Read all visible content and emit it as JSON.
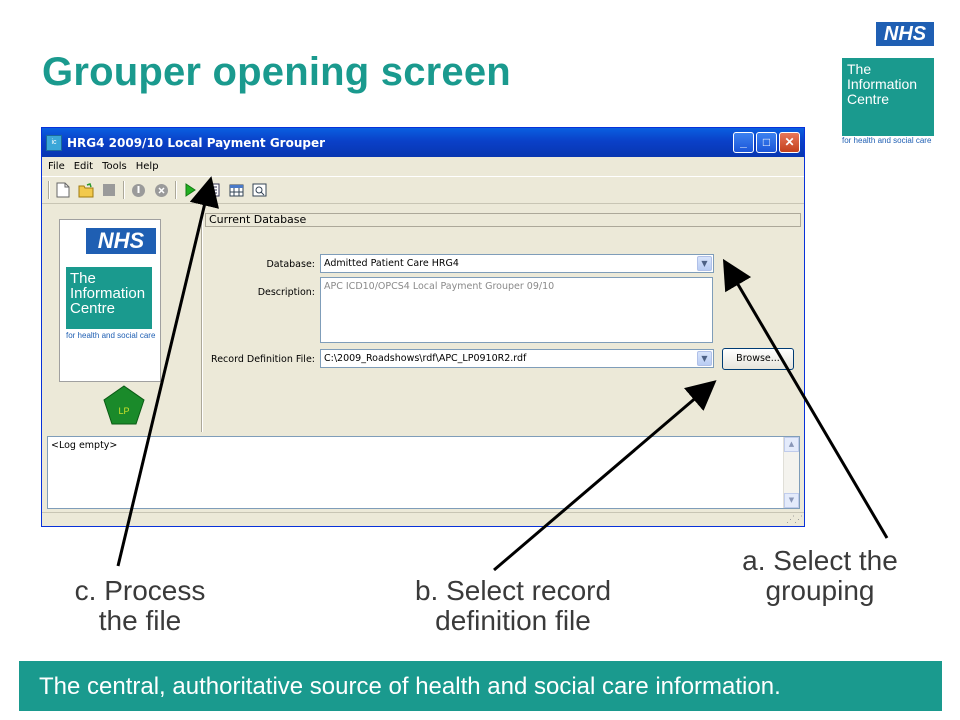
{
  "slide": {
    "title": "Grouper opening screen",
    "footer": "The central, authoritative source of health and social care information."
  },
  "logo": {
    "nhs": "NHS",
    "ic_line1": "The",
    "ic_line2": "Information",
    "ic_line3": "Centre",
    "subtitle": "for health and social care"
  },
  "window": {
    "app_icon": "ic",
    "title": "HRG4 2009/10 Local Payment Grouper",
    "minimize": "_",
    "maximize": "□",
    "close": "✕"
  },
  "menu": [
    "File",
    "Edit",
    "Tools",
    "Help"
  ],
  "toolbar_icons": [
    "new-icon",
    "open-icon",
    "stop-icon",
    "info-icon",
    "cancel-icon",
    "play-icon",
    "report-icon",
    "table-icon",
    "preview-icon"
  ],
  "panel": {
    "badge": "LP",
    "section_title": "Current Database"
  },
  "form": {
    "database_label": "Database:",
    "database_value": "Admitted Patient Care HRG4",
    "description_label": "Description:",
    "description_value": "APC ICD10/OPCS4 Local Payment Grouper 09/10",
    "rdf_label": "Record Definition File:",
    "rdf_value": "C:\\2009_Roadshows\\rdf\\APC_LP0910R2.rdf",
    "browse_label": "Browse..."
  },
  "log": {
    "text": "<Log empty>"
  },
  "callouts": {
    "a_line1": "a. Select the",
    "a_line2": "grouping",
    "b_line1": "b. Select record",
    "b_line2": "definition file",
    "c_line1": "c. Process",
    "c_line2": "the file"
  },
  "colors": {
    "teal": "#1a9a8e",
    "nhs_blue": "#1f5fb3",
    "xp_title": "#0a40c8"
  }
}
